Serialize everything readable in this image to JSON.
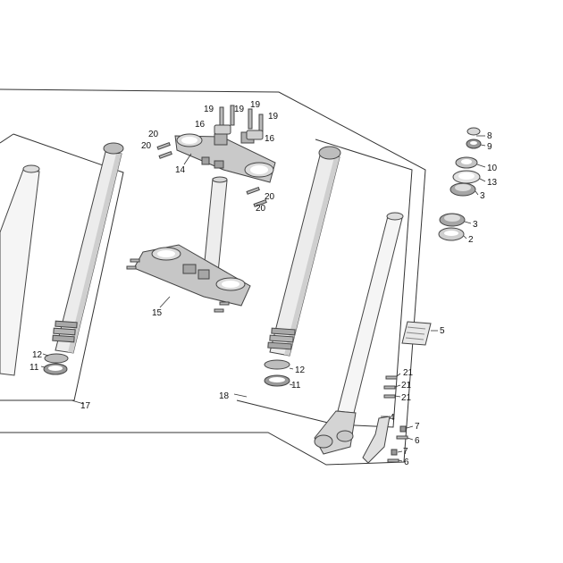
{
  "colors": {
    "outline": "#333333",
    "tube_light": "#f2f2f2",
    "tube_mid": "#c8c8c8",
    "tube_dark": "#8a8a8a",
    "metal": "#bdbdbd",
    "seal": "#9a9a9a"
  },
  "labels": {
    "l1": "19",
    "l2": "19",
    "l3": "19",
    "l4": "19",
    "l5": "16",
    "l6": "16",
    "l7": "20",
    "l8": "20",
    "l9": "20",
    "l10": "20",
    "l11": "14",
    "l12": "15",
    "l13": "17",
    "l14": "18",
    "l15": "12",
    "l16": "11",
    "l17": "12",
    "l18": "11",
    "l19": "8",
    "l20": "9",
    "l21": "10",
    "l22": "13",
    "l23": "3",
    "l24": "3",
    "l25": "2",
    "l26": "5",
    "l27": "21",
    "l28": "21",
    "l29": "21",
    "l30": "4",
    "l31": "7",
    "l32": "6",
    "l33": "7",
    "l34": "6"
  }
}
